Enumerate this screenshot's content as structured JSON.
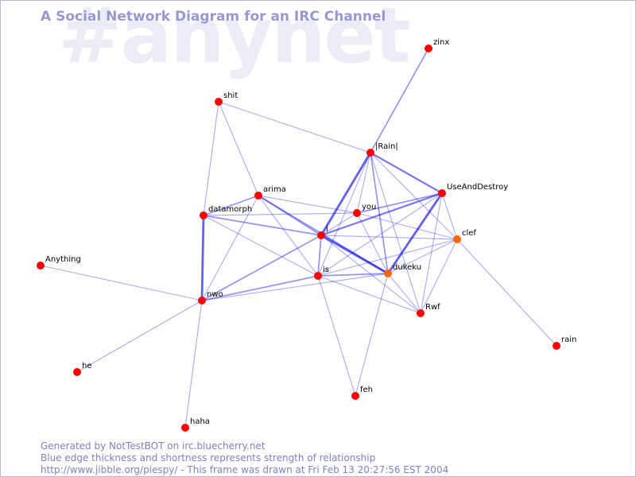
{
  "watermark": "#anynet",
  "title": "A Social Network Diagram for an IRC Channel",
  "footer": {
    "line1": "Generated by NotTestBOT on irc.bluecherry.net",
    "line2": "Blue edge thickness and shortness represents strength of relationship",
    "line3": "http://www.jibble.org/piespy/ - This frame was drawn at Fri Feb 13 20:27:56 EST 2004"
  },
  "colors": {
    "node_red": "#ff0000",
    "node_orange": "#ff6600",
    "edge": "#0000dd",
    "title": "#9898d0",
    "watermark": "#ececf8"
  },
  "nodes": [
    {
      "id": "zinx",
      "label": "zinx",
      "color": "red"
    },
    {
      "id": "shit",
      "label": "shit",
      "color": "red"
    },
    {
      "id": "rain_bar",
      "label": "|Rain|",
      "color": "red"
    },
    {
      "id": "useanddestroy",
      "label": "UseAndDestroy",
      "color": "red"
    },
    {
      "id": "arima",
      "label": "arima",
      "color": "red"
    },
    {
      "id": "datamorph",
      "label": "datamorph",
      "color": "red"
    },
    {
      "id": "you",
      "label": "you",
      "color": "red"
    },
    {
      "id": "i",
      "label": "i",
      "color": "red"
    },
    {
      "id": "clef",
      "label": "clef",
      "color": "orange"
    },
    {
      "id": "anything",
      "label": "Anything",
      "color": "red"
    },
    {
      "id": "is",
      "label": "is",
      "color": "red"
    },
    {
      "id": "dukeku",
      "label": "dukeku",
      "color": "orange"
    },
    {
      "id": "nwo",
      "label": "nwo",
      "color": "red"
    },
    {
      "id": "rwf",
      "label": "Rwf",
      "color": "red"
    },
    {
      "id": "rain",
      "label": "rain",
      "color": "red"
    },
    {
      "id": "he",
      "label": "he",
      "color": "red"
    },
    {
      "id": "feh",
      "label": "feh",
      "color": "red"
    },
    {
      "id": "haha",
      "label": "haha",
      "color": "red"
    }
  ],
  "edges": [
    {
      "from": "zinx",
      "to": "rain_bar",
      "strength": 2
    },
    {
      "from": "shit",
      "to": "rain_bar",
      "strength": 1
    },
    {
      "from": "shit",
      "to": "datamorph",
      "strength": 1
    },
    {
      "from": "shit",
      "to": "arima",
      "strength": 1
    },
    {
      "from": "rain_bar",
      "to": "i",
      "strength": 4
    },
    {
      "from": "rain_bar",
      "to": "useanddestroy",
      "strength": 3
    },
    {
      "from": "rain_bar",
      "to": "you",
      "strength": 1
    },
    {
      "from": "rain_bar",
      "to": "dukeku",
      "strength": 2
    },
    {
      "from": "rain_bar",
      "to": "clef",
      "strength": 1
    },
    {
      "from": "rain_bar",
      "to": "rwf",
      "strength": 1
    },
    {
      "from": "rain_bar",
      "to": "is",
      "strength": 1
    },
    {
      "from": "useanddestroy",
      "to": "i",
      "strength": 3
    },
    {
      "from": "useanddestroy",
      "to": "dukeku",
      "strength": 4
    },
    {
      "from": "useanddestroy",
      "to": "clef",
      "strength": 1
    },
    {
      "from": "useanddestroy",
      "to": "you",
      "strength": 2
    },
    {
      "from": "useanddestroy",
      "to": "rwf",
      "strength": 1
    },
    {
      "from": "useanddestroy",
      "to": "is",
      "strength": 1
    },
    {
      "from": "arima",
      "to": "datamorph",
      "strength": 2
    },
    {
      "from": "arima",
      "to": "i",
      "strength": 2
    },
    {
      "from": "arima",
      "to": "nwo",
      "strength": 1
    },
    {
      "from": "arima",
      "to": "dukeku",
      "strength": 2
    },
    {
      "from": "arima",
      "to": "is",
      "strength": 1
    },
    {
      "from": "arima",
      "to": "you",
      "strength": 1
    },
    {
      "from": "datamorph",
      "to": "nwo",
      "strength": 4
    },
    {
      "from": "datamorph",
      "to": "i",
      "strength": 2
    },
    {
      "from": "datamorph",
      "to": "you",
      "strength": 1
    },
    {
      "from": "datamorph",
      "to": "is",
      "strength": 1
    },
    {
      "from": "you",
      "to": "i",
      "strength": 1
    },
    {
      "from": "you",
      "to": "clef",
      "strength": 1
    },
    {
      "from": "you",
      "to": "dukeku",
      "strength": 1
    },
    {
      "from": "i",
      "to": "dukeku",
      "strength": 4
    },
    {
      "from": "i",
      "to": "clef",
      "strength": 1
    },
    {
      "from": "i",
      "to": "is",
      "strength": 2
    },
    {
      "from": "i",
      "to": "nwo",
      "strength": 2
    },
    {
      "from": "i",
      "to": "rwf",
      "strength": 1
    },
    {
      "from": "is",
      "to": "dukeku",
      "strength": 2
    },
    {
      "from": "is",
      "to": "nwo",
      "strength": 2
    },
    {
      "from": "is",
      "to": "rwf",
      "strength": 1
    },
    {
      "from": "is",
      "to": "clef",
      "strength": 1
    },
    {
      "from": "is",
      "to": "feh",
      "strength": 1
    },
    {
      "from": "dukeku",
      "to": "clef",
      "strength": 1
    },
    {
      "from": "dukeku",
      "to": "rwf",
      "strength": 1
    },
    {
      "from": "dukeku",
      "to": "feh",
      "strength": 1
    },
    {
      "from": "dukeku",
      "to": "nwo",
      "strength": 1
    },
    {
      "from": "clef",
      "to": "rwf",
      "strength": 1
    },
    {
      "from": "clef",
      "to": "rain",
      "strength": 1
    },
    {
      "from": "anything",
      "to": "nwo",
      "strength": 1
    },
    {
      "from": "he",
      "to": "nwo",
      "strength": 1
    },
    {
      "from": "haha",
      "to": "nwo",
      "strength": 1
    }
  ]
}
